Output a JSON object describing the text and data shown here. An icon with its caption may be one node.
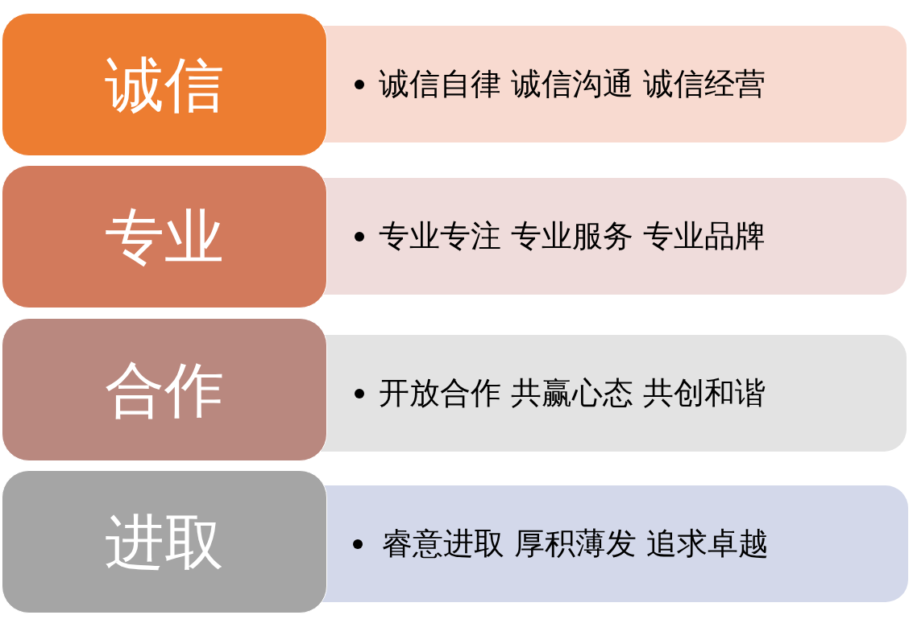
{
  "diagram": {
    "nodes": [
      {
        "text": [
          "诚信"
        ]
      },
      {
        "text": [
          "诚信自律 诚信沟通 诚信经营"
        ]
      },
      {
        "text": [
          "专业"
        ]
      },
      {
        "text": [
          "专业专注 专业服务 专业品牌"
        ]
      },
      {
        "text": [
          "合作"
        ]
      },
      {
        "text": [
          "开放合作 共赢心态 共创和谐"
        ]
      },
      {
        "text": [
          "进取"
        ]
      },
      {
        "text": [
          "睿意进取 厚积薄发 追求卓越"
        ]
      }
    ],
    "edges": []
  }
}
